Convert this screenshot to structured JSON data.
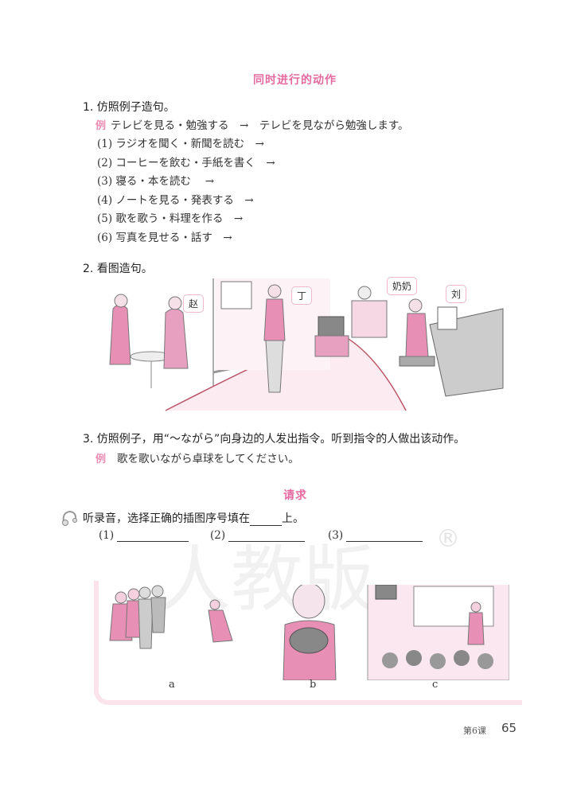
{
  "section1": {
    "title": "同时进行的动作",
    "q1": {
      "label": "1. 仿照例子造句。",
      "example_mark": "例",
      "example": "テレビを見る・勉強する　→　テレビを見ながら勉強します。",
      "items": [
        "(1) ラジオを聞く・新聞を読む　→",
        "(2) コーヒーを飲む・手紙を書く　→",
        "(3) 寝る・本を読む　 →",
        "(4) ノートを見る・発表する　→",
        "(5) 歌を歌う・料理を作る　→",
        "(6) 写真を見せる・話す　→"
      ]
    },
    "q2": {
      "label": "2. 看图造句。",
      "bubbles": [
        "赵",
        "丁",
        "奶奶",
        "刘"
      ]
    },
    "q3": {
      "label": "3. 仿照例子，用“～ながら”向身边的人发出指令。听到指令的人做出该动作。",
      "example_mark": "例",
      "example": "歌を歌いながら卓球をしてください。"
    }
  },
  "section2": {
    "title": "请求",
    "instruction": "听录音，选择正确的插图序号填在",
    "instruction_end": "上。",
    "blanks": [
      "(1)",
      "(2)",
      "(3)"
    ],
    "figures": [
      "a",
      "b",
      "c"
    ],
    "watermark": "人教版",
    "registered": "®"
  },
  "footer": {
    "lesson": "第6课",
    "page": "65"
  },
  "colors": {
    "accent": "#e46aa0",
    "illustration_pink": "#e88fb5"
  }
}
